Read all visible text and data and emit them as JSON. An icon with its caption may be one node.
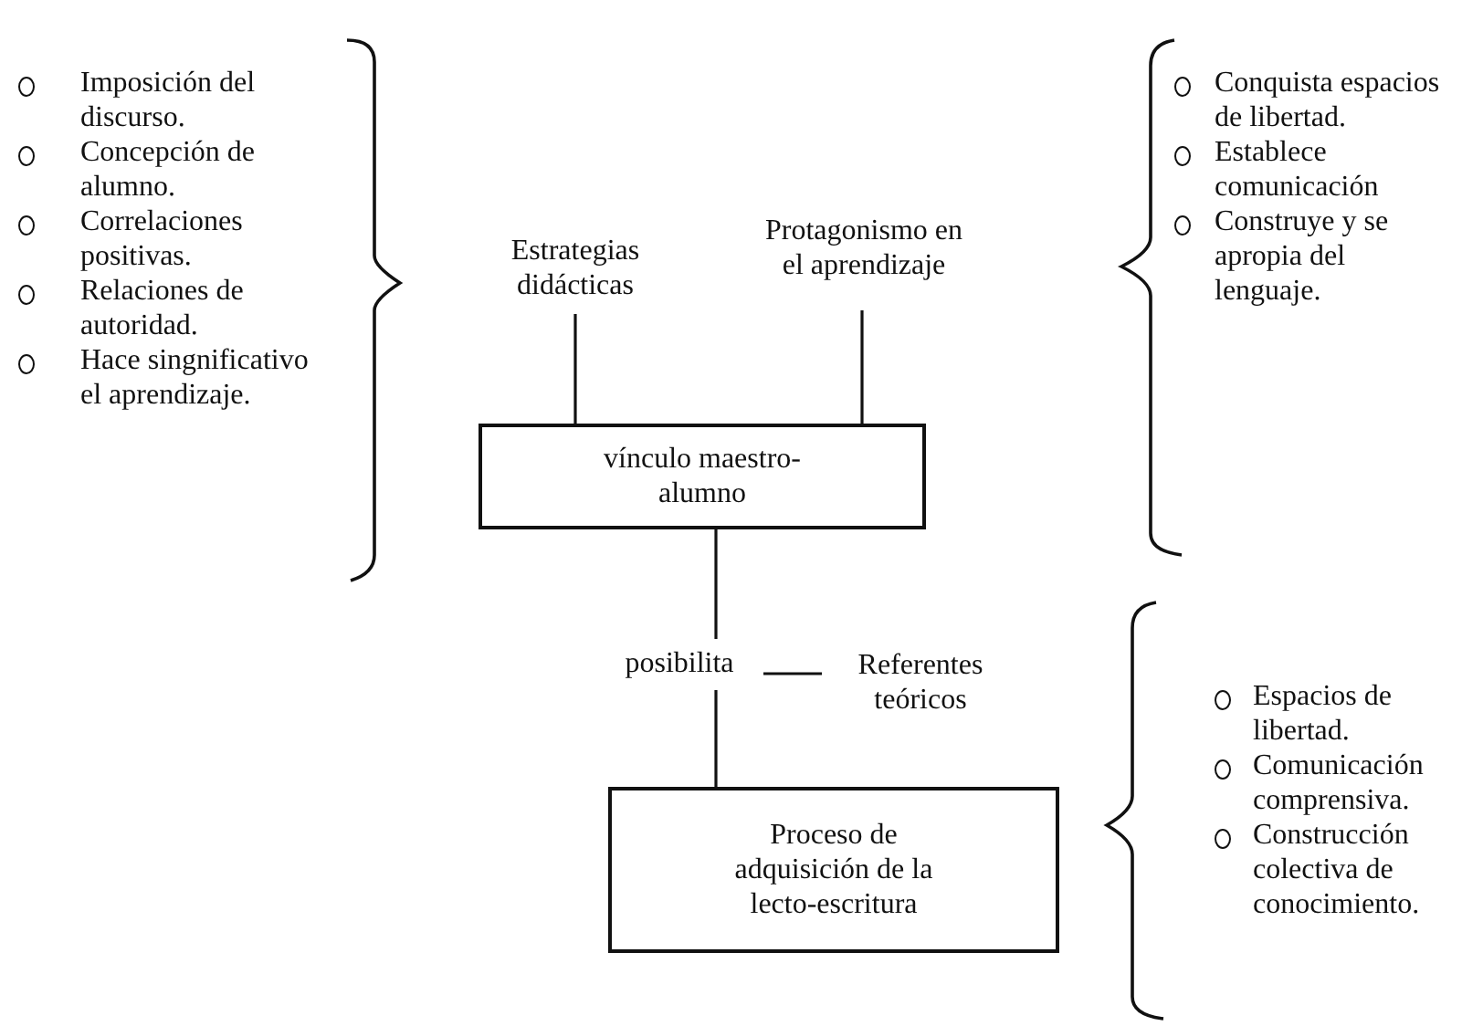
{
  "diagram": {
    "nodes": [
      {
        "text": [
          "Estrategias didácticas"
        ]
      },
      {
        "text": [
          "Protagonismo en el aprendizaje"
        ]
      },
      {
        "text": [
          "vínculo maestro-alumno"
        ]
      },
      {
        "text": [
          "posibilita"
        ]
      },
      {
        "text": [
          "Proceso de adquisición de la lecto-escritura"
        ]
      },
      {
        "text": [
          "Referentes teóricos"
        ]
      }
    ],
    "edges": [
      {
        "from": 0,
        "to": 2,
        "arrow": "none"
      },
      {
        "from": 1,
        "to": 2,
        "arrow": "none"
      },
      {
        "from": 2,
        "to": 3,
        "arrow": "none"
      },
      {
        "from": 3,
        "to": 4,
        "arrow": "none"
      },
      {
        "from": 5,
        "to": 3,
        "arrow": "none"
      }
    ],
    "labels": [
      "Imposición del discurso.",
      "Concepción de alumno.",
      "Correlaciones positivas.",
      "Relaciones de autoridad.",
      "Hace singnificativo el aprendizaje.",
      "Conquista espacios de libertad.",
      "Establece comunicación",
      "Construye y se apropia del lenguaje.",
      "Espacios de libertad.",
      "Comunicación comprensiva.",
      "Construcción colectiva de conocimiento."
    ]
  }
}
